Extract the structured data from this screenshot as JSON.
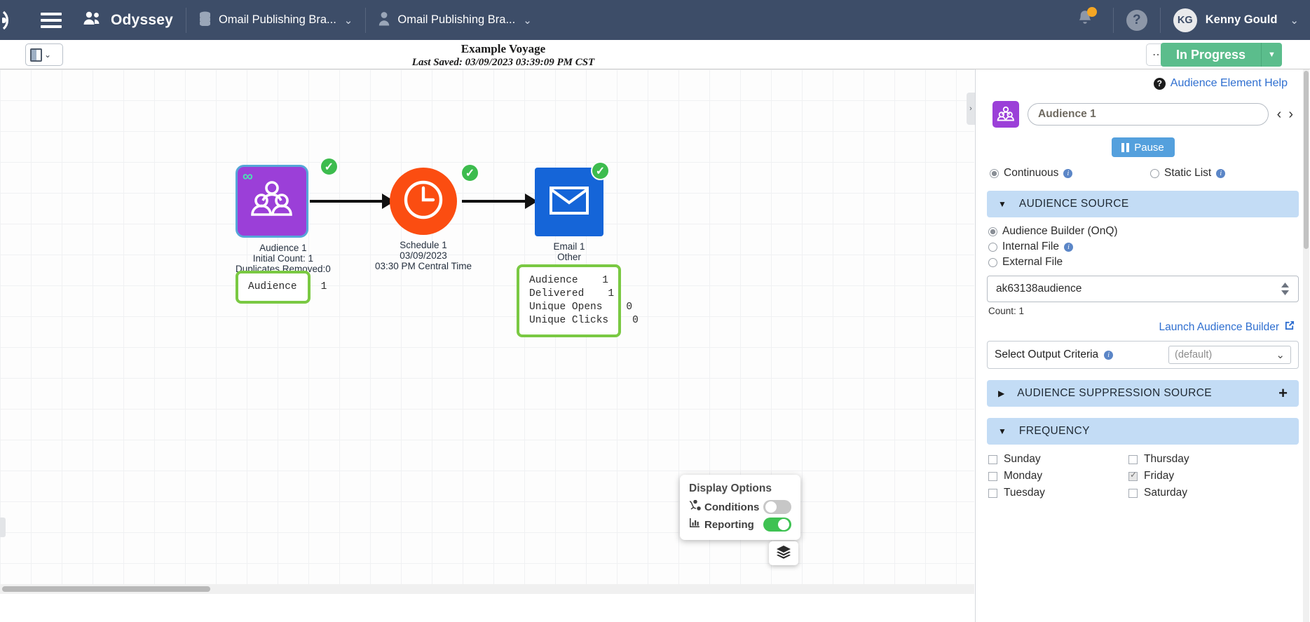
{
  "topnav": {
    "brand": "Odyssey",
    "selectors": [
      {
        "label": "Omail Publishing Bra...",
        "icon": "database-icon"
      },
      {
        "label": "Omail Publishing Bra...",
        "icon": "user-icon"
      }
    ],
    "notifications_icon": "bell-icon",
    "help_icon": "question-mark-icon",
    "user": {
      "initials": "KG",
      "name": "Kenny Gould"
    }
  },
  "subheader": {
    "title": "Example Voyage",
    "last_saved": "Last Saved: 03/09/2023 03:39:09 PM CST",
    "more_label": "⋯",
    "status_label": "In Progress",
    "status_color": "#5bbd8c",
    "layout_icon": "layout-panel-icon"
  },
  "canvas": {
    "nodes": [
      {
        "id": "audience",
        "type": "audience",
        "color": "#9b3fd8",
        "badge": "check-icon",
        "corner_mark": "∞",
        "caption_lines": [
          "Audience 1",
          "Initial Count: 1",
          "Duplicates Removed:0"
        ],
        "report": {
          "rows": [
            {
              "label": "Audience",
              "value": "1"
            }
          ]
        }
      },
      {
        "id": "schedule",
        "type": "schedule",
        "color": "#fb4d11",
        "badge": "check-icon",
        "caption_lines": [
          "Schedule 1",
          "03/09/2023",
          "03:30 PM Central Time"
        ]
      },
      {
        "id": "email",
        "type": "email",
        "color": "#1565d8",
        "badge": "check-icon",
        "caption_lines": [
          "Email 1",
          "Other"
        ],
        "report": {
          "rows": [
            {
              "label": "Audience",
              "value": "1"
            },
            {
              "label": "Delivered",
              "value": "1"
            },
            {
              "label": "Unique Opens",
              "value": "0"
            },
            {
              "label": "Unique Clicks",
              "value": "0"
            }
          ]
        }
      }
    ],
    "display_options": {
      "title": "Display Options",
      "items": [
        {
          "label": "Conditions",
          "icon": "conditions-icon",
          "state": "off"
        },
        {
          "label": "Reporting",
          "icon": "bar-chart-icon",
          "state": "on"
        }
      ]
    },
    "layers_icon": "layers-icon",
    "panel_handle_icon": "chevron-right-icon"
  },
  "rpanel": {
    "help_link": "Audience Element Help",
    "element_icon": "audience-group-icon",
    "element_name": "Audience 1",
    "prev_icon": "chevron-left-icon",
    "next_icon": "chevron-right-icon",
    "pause_label": "Pause",
    "mode_options": [
      {
        "label": "Continuous",
        "selected": true,
        "info": true
      },
      {
        "label": "Static List",
        "selected": false,
        "info": true
      }
    ],
    "audience_source": {
      "title": "AUDIENCE SOURCE",
      "expanded": true,
      "options": [
        {
          "label": "Audience Builder (OnQ)",
          "selected": true,
          "info": false
        },
        {
          "label": "Internal File",
          "selected": false,
          "info": true
        },
        {
          "label": "External File",
          "selected": false,
          "info": false
        }
      ],
      "selected_audience": "ak63138audience",
      "count_label": "Count: 1",
      "launch_link": "Launch Audience Builder",
      "criteria_label": "Select Output Criteria",
      "criteria_value": "(default)"
    },
    "suppression": {
      "title": "AUDIENCE SUPPRESSION SOURCE",
      "expanded": false,
      "add_icon": "plus-icon"
    },
    "frequency": {
      "title": "FREQUENCY",
      "expanded": true,
      "days_left": [
        {
          "label": "Sunday",
          "checked": false
        },
        {
          "label": "Monday",
          "checked": false
        },
        {
          "label": "Tuesday",
          "checked": false
        }
      ],
      "days_right": [
        {
          "label": "Thursday",
          "checked": false
        },
        {
          "label": "Friday",
          "checked": true
        },
        {
          "label": "Saturday",
          "checked": false
        }
      ]
    }
  }
}
